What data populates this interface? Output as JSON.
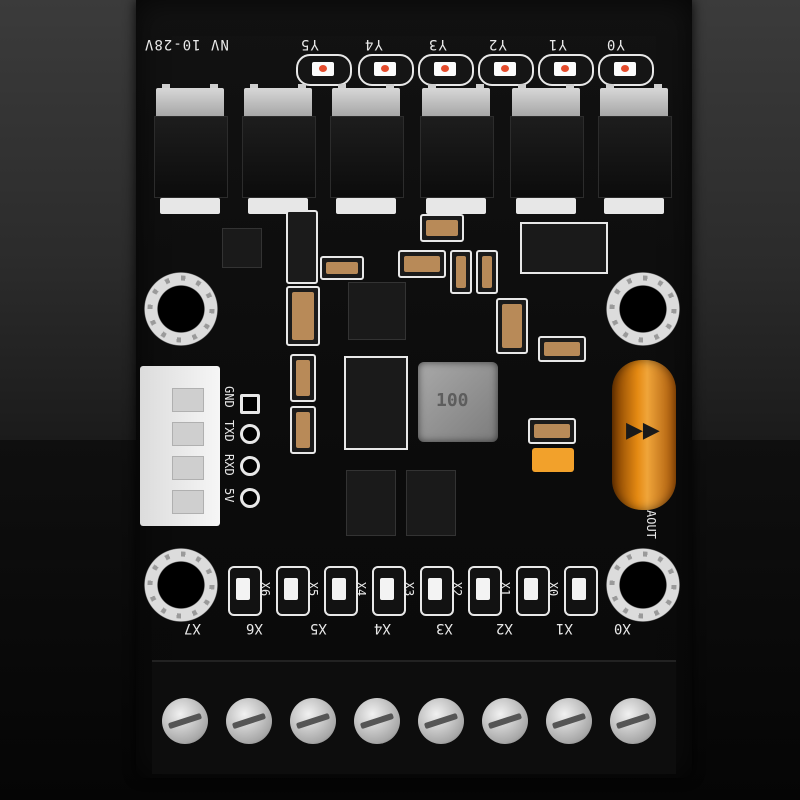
{
  "silkscreen": {
    "voltage": "NV 10-28V",
    "outputs": [
      "Y5",
      "Y4",
      "Y3",
      "Y2",
      "Y1",
      "Y0"
    ],
    "serial_pins": [
      "GND",
      "TXD",
      "RXD",
      "5V"
    ],
    "inductor_mark": "100",
    "led_labels": [
      "X6",
      "X5",
      "X4",
      "X3",
      "X2",
      "X1",
      "X0"
    ],
    "terminals": [
      "X7",
      "X6",
      "X5",
      "X4",
      "X3",
      "X2",
      "X1",
      "X0"
    ],
    "aout": "AOUT"
  },
  "colors": {
    "board": "#0b0b0b",
    "silkscreen": "#e8e8e8",
    "fuse": "#e58a13",
    "led": "#e44b2c"
  }
}
